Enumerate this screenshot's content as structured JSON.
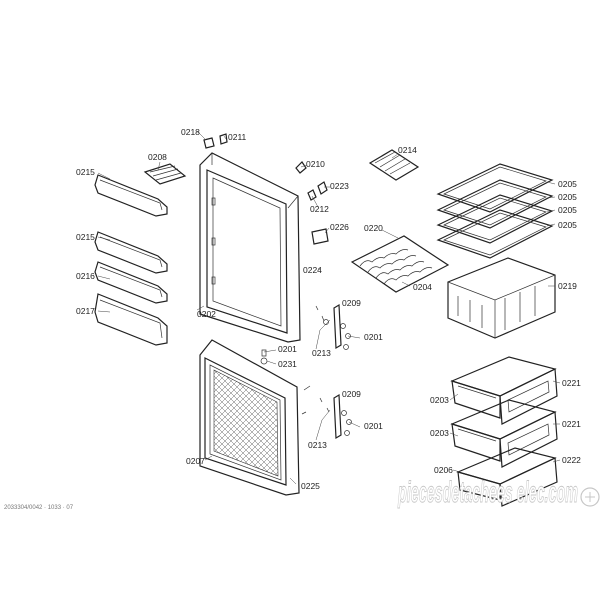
{
  "labels": {
    "l0218": "0218",
    "l0211": "0211",
    "l0208": "0208",
    "l0215a": "0215",
    "l0210": "0210",
    "l0214": "0214",
    "l0223": "0223",
    "l0212": "0212",
    "l0226": "0226",
    "l0220": "0220",
    "l0224": "0224",
    "l0204": "0204",
    "l0215b": "0215",
    "l0216": "0216",
    "l0217": "0217",
    "l0209a": "0209",
    "l0202": "0202",
    "l0213a": "0213",
    "l0201a": "0201",
    "l0201b": "0201",
    "l0231": "0231",
    "l0209b": "0209",
    "l0213b": "0213",
    "l0201c": "0201",
    "l0207": "0207",
    "l0225": "0225",
    "l0205a": "0205",
    "l0205b": "0205",
    "l0205c": "0205",
    "l0205d": "0205",
    "l0219": "0219",
    "l0221a": "0221",
    "l0203a": "0203",
    "l0203b": "0203",
    "l0221b": "0221",
    "l0206": "0206",
    "l0222": "0222"
  },
  "footer": {
    "code": "2033304/0042 · 1033 · 07"
  },
  "watermark": {
    "text": "piecesdetachees elec.com",
    "icon": "logo-mark"
  }
}
